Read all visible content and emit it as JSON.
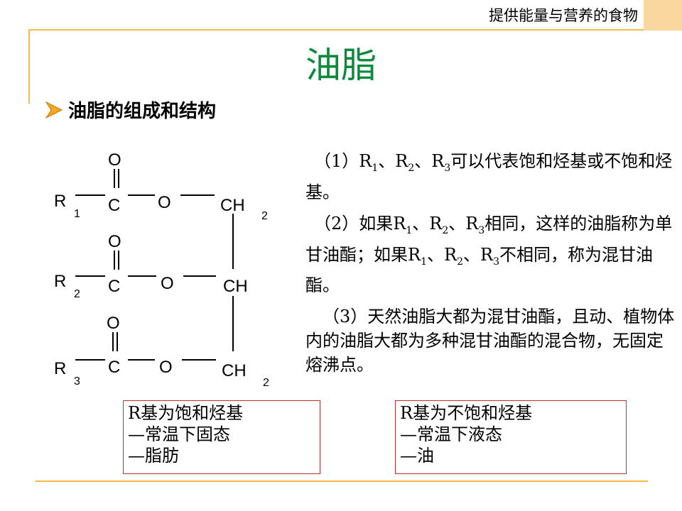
{
  "header": {
    "title": "提供能量与营养的食物"
  },
  "slide": {
    "title": "油脂"
  },
  "section": {
    "title": "油脂的组成和结构"
  },
  "structure": {
    "O1": "O",
    "O2": "O",
    "O3": "O",
    "C1": "C",
    "C2": "C",
    "C3": "C",
    "Oe1": "O",
    "Oe2": "O",
    "Oe3": "O",
    "R1": "R",
    "R2": "R",
    "R3": "R",
    "s1": "1",
    "s2": "2",
    "s3": "3",
    "CH1": "CH",
    "CH2": "CH",
    "CH3": "CH",
    "h1": "2",
    "h3": "2"
  },
  "desc": {
    "p1_open": "（1）R",
    "sub1": "1",
    "sep1": "、R",
    "sub2": "2",
    "sep2": "、R",
    "sub3": "3",
    "p1_rest": "可以代表饱和烃基或不饱和烃基。",
    "p2_open": "（2）如果R",
    "p2_sub1": "1",
    "p2_sep1": "、R",
    "p2_sub2": "2",
    "p2_sep2": "、R",
    "p2_sub3": "3",
    "p2_mid": "相同，这样的油脂称为单甘油酯；如果R",
    "p2_sub4": "1",
    "p2_sep3": "、R",
    "p2_sub5": "2",
    "p2_sep4": "、R",
    "p2_sub6": "3",
    "p2_end": "不相同，称为混甘油酯。",
    "p3": "（3）天然油脂大都为混甘油酯，且动、植物体内的油脂大都为多种混甘油酯的混合物，无固定熔沸点。"
  },
  "box_saturated": {
    "line1": "R基为饱和烃基",
    "line2": "—常温下固态",
    "line3": "—脂肪"
  },
  "box_unsaturated": {
    "line1": "R基为不饱和烃基",
    "line2": "—常温下液态",
    "line3": "—油"
  },
  "colors": {
    "accent": "#f5b94a",
    "title": "#0a8a3a",
    "box_border": "#c03030"
  }
}
